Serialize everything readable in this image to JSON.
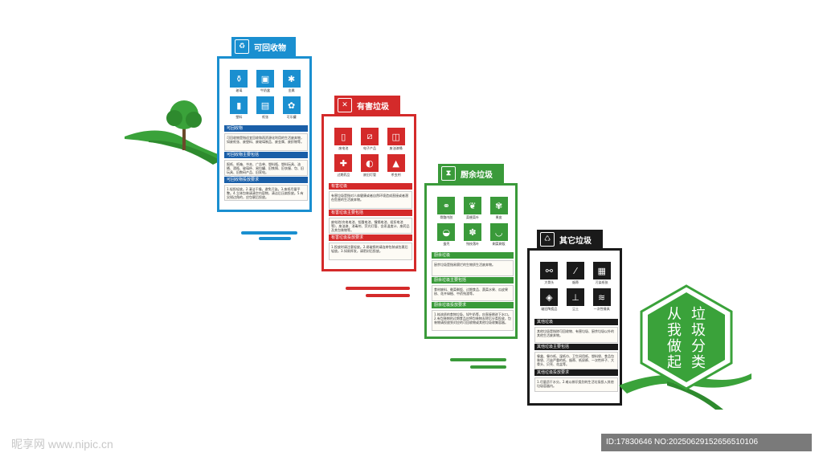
{
  "colors": {
    "blue": "#1a8fd0",
    "red": "#d42a2a",
    "green": "#3a9a3a",
    "black": "#1a1a1a",
    "leaf": "#3aa23a"
  },
  "recyclable": {
    "title": "可回收物",
    "icon": "recycle-icon",
    "items": [
      {
        "label": "玻璃"
      },
      {
        "label": "牛奶盒"
      },
      {
        "label": "金属"
      },
      {
        "label": "塑料"
      },
      {
        "label": "纸张"
      },
      {
        "label": "可乐罐"
      }
    ],
    "section1": "可回收物",
    "section2": "可回收物主要包括",
    "section3": "可回收物投放要求",
    "text1": "可回收物是指适宜回收和再资源化利用的生活废弃物，如废纸张、废塑料、废玻璃制品、废金属、废织物等。",
    "text2": "报纸、纸箱、书本、广告单、塑料瓶、塑料玩具、油桶、酒瓶、玻璃杯、易拉罐、旧铁锅、旧衣服、包、旧玩具、旧数码产品、旧家电。",
    "text3": "1.轻投轻放。2.清洁干燥，避免污染。3.废纸尽量平整。4.立体包装请清空内容物，清洁后压扁投放。5.有尖锐边角的，应包裹后投放。"
  },
  "hazardous": {
    "title": "有害垃圾",
    "icon": "hazard-icon",
    "items": [
      {
        "label": "废电池"
      },
      {
        "label": "电子产品"
      },
      {
        "label": "废油漆桶"
      },
      {
        "label": "过期药品"
      },
      {
        "label": "废旧灯管"
      },
      {
        "label": "杀虫剂"
      }
    ],
    "section1": "有害垃圾",
    "section2": "有害垃圾主要包括",
    "section3": "有害垃圾投放要求",
    "text1": "有害垃圾是指对人体健康或者自然环境造成直接或者潜在危害的生活废弃物。",
    "text2": "废电池(充电电池、铅酸电池、镍镉电池、纽扣电池等)、废油漆、消毒剂、荧光灯管、含汞温度计、废药品及其包装物等。",
    "text3": "1.投放时请注意轻放。2.易破损的请连带包装或包裹后轻放。3.如易挥发，请密封后投放。"
  },
  "kitchen": {
    "title": "厨余垃圾",
    "icon": "hourglass-icon",
    "items": [
      {
        "label": "骨骼内脏"
      },
      {
        "label": "菜梗菜叶"
      },
      {
        "label": "果皮"
      },
      {
        "label": "蛋壳"
      },
      {
        "label": "残枝落叶"
      },
      {
        "label": "剩菜剩饭"
      }
    ],
    "section1": "厨余垃圾",
    "section2": "厨余垃圾主要包括",
    "section3": "厨余垃圾投放要求",
    "text1": "厨余垃圾是指易腐烂的生物质生活废弃物。",
    "text2": "食材废料、剩菜剩饭、过期食品、蔬菜水果、瓜皮果核、花卉绿植、中药残渣等。",
    "text3": "1.纯流质的食物垃圾，如牛奶等，应直接倒进下水口。2.有包装物的过期食品应将包装物去除后分类投放，包装物请投放到对应的可回收物或其他垃圾收集容器。"
  },
  "other": {
    "title": "其它垃圾",
    "icon": "trash-icon",
    "items": [
      {
        "label": "大骨头"
      },
      {
        "label": "烟蒂"
      },
      {
        "label": "污染纸张"
      },
      {
        "label": "破旧陶瓷品"
      },
      {
        "label": "尘土"
      },
      {
        "label": "一次性餐具"
      }
    ],
    "section1": "其他垃圾",
    "section2": "其他垃圾主要包括",
    "section3": "其他垃圾投放要求",
    "text1": "其他垃圾是指除可回收物、有害垃圾、厨余垃圾以外的其他生活废弃物。",
    "text2": "餐盒、餐巾纸、湿纸巾、卫生间用纸、塑料袋、食品包装袋、污染严重的纸、烟蒂、纸尿裤、一次性杯子、大骨头、贝壳、花盆等。",
    "text3": "1.尽量沥干水分。2.难以辨识类别的生活垃圾投入其他垃圾容器内。"
  },
  "slogan": {
    "chars": [
      "从",
      "垃",
      "我",
      "圾",
      "做",
      "分",
      "起",
      "类"
    ]
  },
  "watermark": {
    "left": "昵享网 www.nipic.cn",
    "right": "ID:17830646 NO:20250629152656510106"
  }
}
